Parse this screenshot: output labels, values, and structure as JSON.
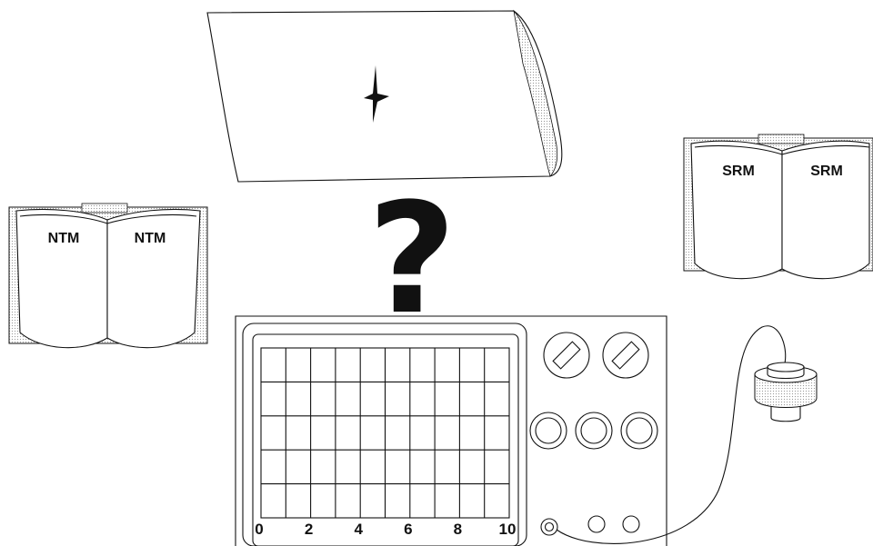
{
  "books": {
    "left": {
      "page_left": "NTM",
      "page_right": "NTM"
    },
    "right": {
      "page_left": "SRM",
      "page_right": "SRM"
    }
  },
  "question_mark": "?",
  "oscilloscope": {
    "scale_labels": [
      "0",
      "2",
      "4",
      "6",
      "8",
      "10"
    ]
  }
}
